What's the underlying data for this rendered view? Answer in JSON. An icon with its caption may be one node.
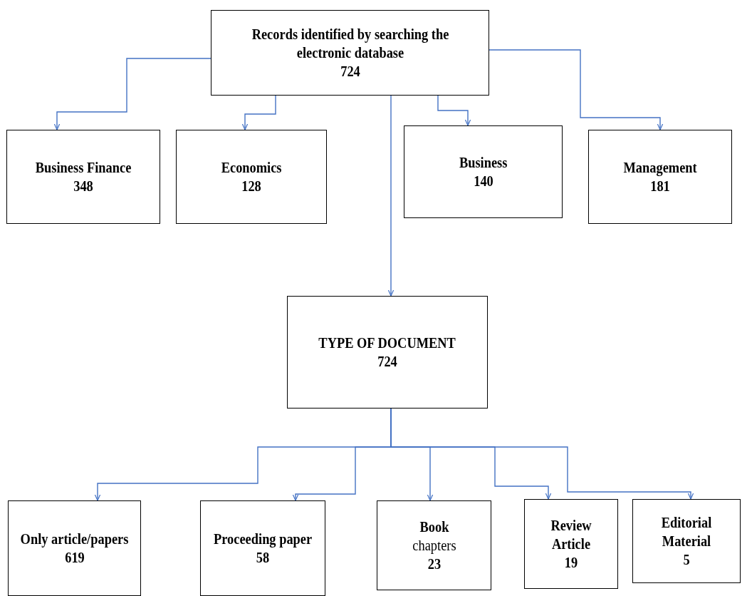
{
  "diagram": {
    "nodes": [
      {
        "text": [
          "Records identified by searching the electronic database",
          "724"
        ]
      },
      {
        "text": [
          "Business Finance",
          "348"
        ]
      },
      {
        "text": [
          "Economics",
          "128"
        ]
      },
      {
        "text": [
          "Business",
          "140"
        ]
      },
      {
        "text": [
          "Management",
          "181"
        ]
      },
      {
        "text": [
          "TYPE OF DOCUMENT",
          "724"
        ]
      },
      {
        "text": [
          "Only article/papers",
          "619"
        ]
      },
      {
        "text": [
          "Proceeding paper",
          "58"
        ]
      },
      {
        "text": [
          "**Book** chapters",
          "23"
        ]
      },
      {
        "text": [
          "Review Article",
          "19"
        ]
      },
      {
        "text": [
          "Editorial Material",
          "5"
        ]
      }
    ],
    "edges": [
      {
        "from": 0,
        "to": 1,
        "arrow": "to"
      },
      {
        "from": 0,
        "to": 2,
        "arrow": "to"
      },
      {
        "from": 0,
        "to": 3,
        "arrow": "to"
      },
      {
        "from": 0,
        "to": 4,
        "arrow": "to"
      },
      {
        "from": 0,
        "to": 5,
        "arrow": "to"
      },
      {
        "from": 5,
        "to": 6,
        "arrow": "to"
      },
      {
        "from": 5,
        "to": 7,
        "arrow": "to"
      },
      {
        "from": 5,
        "to": 8,
        "arrow": "to"
      },
      {
        "from": 5,
        "to": 9,
        "arrow": "to"
      },
      {
        "from": 5,
        "to": 10,
        "arrow": "to"
      }
    ]
  }
}
